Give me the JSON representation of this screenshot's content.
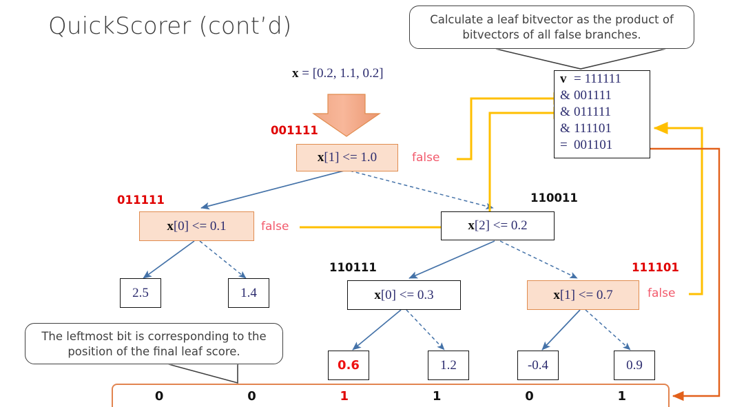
{
  "title": "QuickScorer (cont’d)",
  "callouts": {
    "top": "Calculate a leaf bitvector as the product of bitvectors of all false branches.",
    "bottom": "The leftmost bit is corresponding to the position of the final leaf score."
  },
  "input": {
    "name": "x",
    "equals": "=",
    "vector": "[0.2, 1.1, 0.2]",
    "arrow": "down-arrow-icon"
  },
  "tree": {
    "nodes": [
      {
        "id": "root",
        "test": "x[1] <= 1.0",
        "var": "x",
        "rest": "[1] <= 1.0",
        "bitvector": "001111",
        "bitvector_color": "#e00000",
        "traversed": true,
        "false_label": "false"
      },
      {
        "id": "n-x0-01",
        "test": "x[0] <= 0.1",
        "var": "x",
        "rest": "[0] <= 0.1",
        "bitvector": "011111",
        "bitvector_color": "#e00000",
        "traversed": true,
        "false_label": "false"
      },
      {
        "id": "n-x2-02",
        "test": "x[2] <= 0.2",
        "var": "x",
        "rest": "[2] <= 0.2",
        "bitvector": "110011",
        "bitvector_color": "#111111",
        "traversed": false,
        "false_label": ""
      },
      {
        "id": "n-x0-03",
        "test": "x[0] <= 0.3",
        "var": "x",
        "rest": "[0] <= 0.3",
        "bitvector": "110111",
        "bitvector_color": "#111111",
        "traversed": false,
        "false_label": ""
      },
      {
        "id": "n-x1-07",
        "test": "x[1] <= 0.7",
        "var": "x",
        "rest": "[1] <= 0.7",
        "bitvector": "111101",
        "bitvector_color": "#e00000",
        "traversed": true,
        "false_label": "false"
      }
    ],
    "leaves": [
      {
        "id": "leaf-1",
        "value": "2.5",
        "selected": false
      },
      {
        "id": "leaf-2",
        "value": "1.4",
        "selected": false
      },
      {
        "id": "leaf-3",
        "value": "0.6",
        "selected": true
      },
      {
        "id": "leaf-4",
        "value": "1.2",
        "selected": false
      },
      {
        "id": "leaf-5",
        "value": "-0.4",
        "selected": false
      },
      {
        "id": "leaf-6",
        "value": "0.9",
        "selected": false
      }
    ]
  },
  "accumulator": {
    "rows": [
      {
        "op": "v",
        "value": "111111",
        "op_is_var": true
      },
      {
        "op": "&",
        "value": "001111",
        "op_is_var": false
      },
      {
        "op": "&",
        "value": "011111",
        "op_is_var": false
      },
      {
        "op": "&",
        "value": "111101",
        "op_is_var": false
      },
      {
        "op": "=",
        "value": "001101",
        "op_is_var": false
      }
    ]
  },
  "bitbar": {
    "bits": [
      {
        "value": "0",
        "highlight": false
      },
      {
        "value": "0",
        "highlight": false
      },
      {
        "value": "1",
        "highlight": true
      },
      {
        "value": "1",
        "highlight": false
      },
      {
        "value": "0",
        "highlight": false
      },
      {
        "value": "1",
        "highlight": false
      }
    ]
  },
  "colors": {
    "highlight_fill": "#fbdfcd",
    "highlight_border": "#e08b4e",
    "edge_blue": "#4472a8",
    "route_yellow": "#ffbf00",
    "route_orange": "#e2601a",
    "red_text": "#e00000",
    "false_pink": "#f2596b"
  }
}
